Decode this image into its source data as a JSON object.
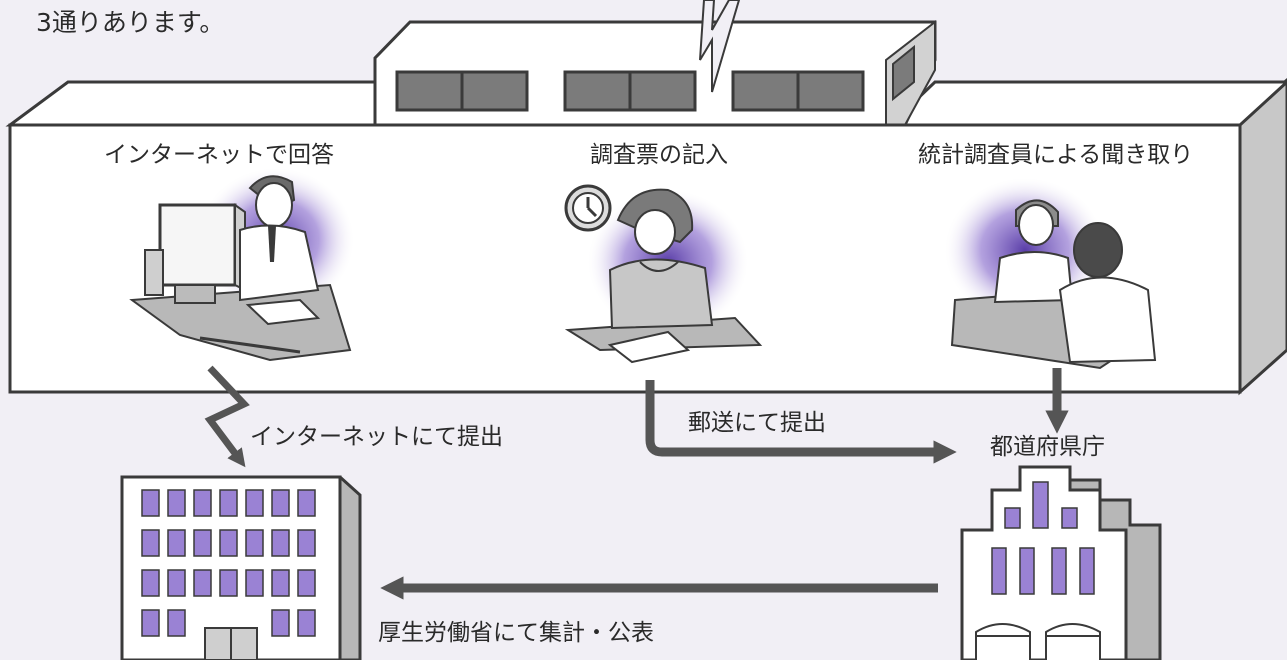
{
  "intro": "3通りあります。",
  "methods": [
    {
      "label": "インターネットで回答",
      "icon": "person-at-computer"
    },
    {
      "label": "調査票の記入",
      "icon": "person-writing-form"
    },
    {
      "label": "統計調査員による聞き取り",
      "icon": "interview-conversation"
    }
  ],
  "flows": {
    "internet_submit": "インターネットにて提出",
    "mail_submit": "郵送にて提出",
    "prefecture": "都道府県庁",
    "ministry_tally": "厚生労働省にて集計・公表"
  },
  "colors": {
    "background": "#f1eff5",
    "purple_accent": "#9a82d4",
    "arrow_gray": "#555555",
    "building_face": "#ffffff",
    "building_side": "#b7b7b7",
    "window_dark": "#7b7b7b"
  }
}
